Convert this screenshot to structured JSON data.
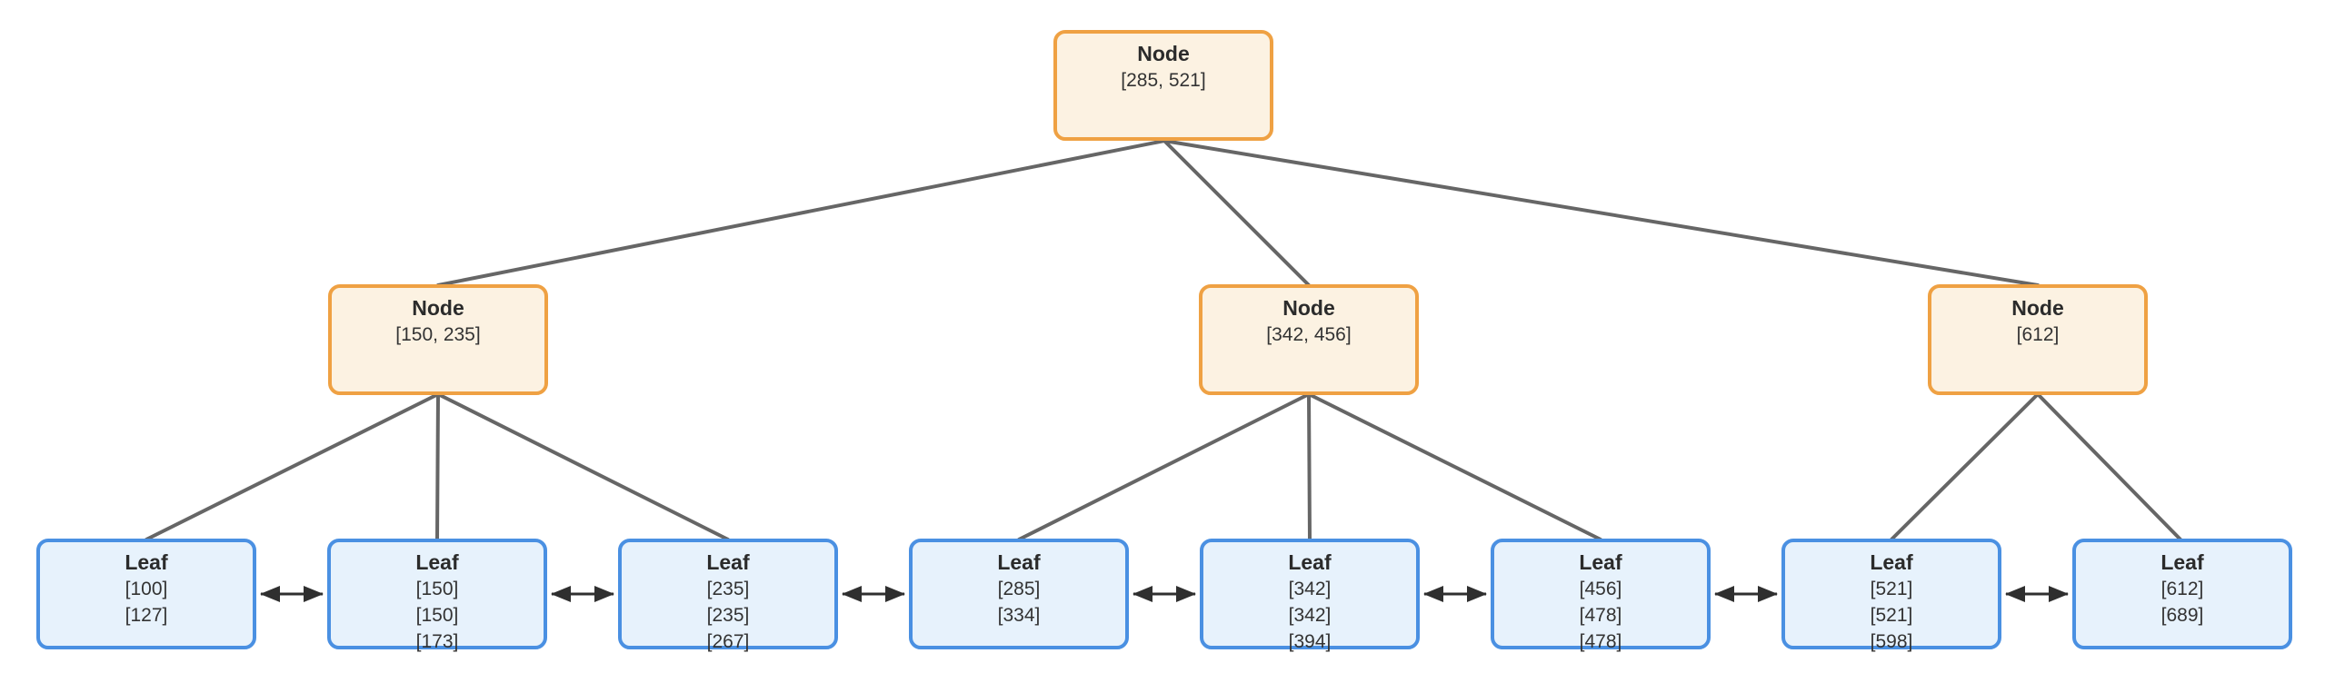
{
  "diagram": {
    "kind": "b-plus-tree",
    "colors": {
      "internal_fill": "#FCF2E2",
      "internal_border": "#EFA143",
      "leaf_fill": "#E7F2FC",
      "leaf_border": "#4A90E2",
      "edge": "#666666",
      "arrow": "#2F2F2F",
      "text": "#333333",
      "bg": "#FFFFFF"
    },
    "root": {
      "title": "Node",
      "keys": "[285, 521]"
    },
    "internal_nodes": [
      {
        "title": "Node",
        "keys": "[150, 235]"
      },
      {
        "title": "Node",
        "keys": "[342, 456]"
      },
      {
        "title": "Node",
        "keys": "[612]"
      }
    ],
    "leaves": [
      {
        "title": "Leaf",
        "values": [
          "[100]",
          "[127]"
        ]
      },
      {
        "title": "Leaf",
        "values": [
          "[150]",
          "[150]",
          "[173]"
        ]
      },
      {
        "title": "Leaf",
        "values": [
          "[235]",
          "[235]",
          "[267]"
        ]
      },
      {
        "title": "Leaf",
        "values": [
          "[285]",
          "[334]"
        ]
      },
      {
        "title": "Leaf",
        "values": [
          "[342]",
          "[342]",
          "[394]"
        ]
      },
      {
        "title": "Leaf",
        "values": [
          "[456]",
          "[478]",
          "[478]"
        ]
      },
      {
        "title": "Leaf",
        "values": [
          "[521]",
          "[521]",
          "[598]"
        ]
      },
      {
        "title": "Leaf",
        "values": [
          "[612]",
          "[689]"
        ]
      }
    ]
  }
}
